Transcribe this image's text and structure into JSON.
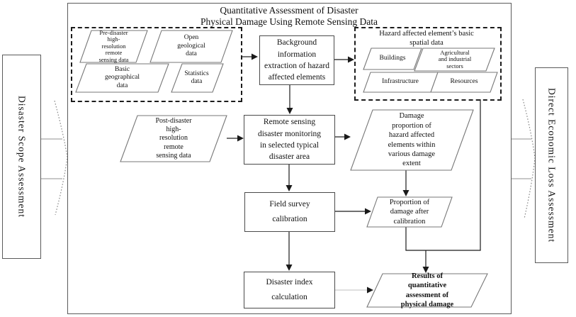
{
  "title": {
    "line1": "Quantitative Assessment of Disaster",
    "line2": "Physical Damage Using Remote Sensing Data"
  },
  "left_panel": {
    "label": "Disaster Scope Assessment"
  },
  "right_panel": {
    "label": "Direct Economic Loss Assessment"
  },
  "data_sources": {
    "pre_disaster": "Pre-disaster\nhigh-\nresolution\nremote\nsensing data",
    "open_geological": "Open\ngeological\ndata",
    "basic_geographical": "Basic\ngeographical\ndata",
    "statistics": "Statistics\ndata"
  },
  "hazard_elements": {
    "group_title": "Hazard affected element’s basic\nspatial data",
    "buildings": "Buildings",
    "agricultural": "Agricultural\nand industrial\nsectors",
    "infrastructure": "Infrastructure",
    "resources": "Resources"
  },
  "process": {
    "background_extraction": "Background\ninformation\nextraction of hazard\naffected elements",
    "remote_monitoring": "Remote sensing\ndisaster monitoring\nin selected typical\ndisaster area",
    "field_survey": "Field survey\ncalibration",
    "disaster_index": "Disaster index\ncalculation"
  },
  "data_items": {
    "post_disaster": "Post-disaster\nhigh-\nresolution\nremote\nsensing data",
    "damage_proportion": "Damage\nproportion of\nhazard affected\nelements within\nvarious damage\nextent",
    "proportion_after_calibration": "Proportion of\ndamage after\ncalibration",
    "results": "Results of\nquantitative\nassessment of\nphysical damage"
  },
  "colors": {
    "line": "#1a1a1a",
    "shape_stroke": "#777777",
    "faint_connector": "#cccccc",
    "block_arrow_dotted": "#8a8a8a"
  }
}
